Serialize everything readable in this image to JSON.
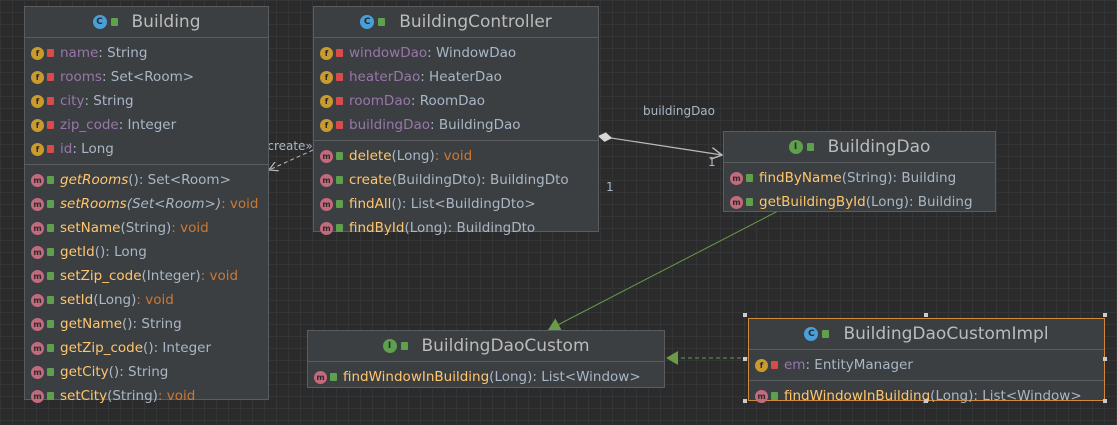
{
  "classes": {
    "building": {
      "name": "Building",
      "kind": "C",
      "fields": [
        {
          "name": "name",
          "type": ": String"
        },
        {
          "name": "rooms",
          "type": ": Set<Room>"
        },
        {
          "name": "city",
          "type": ": String"
        },
        {
          "name": "zip_code",
          "type": ": Integer"
        },
        {
          "name": "id",
          "type": ": Long"
        }
      ],
      "methods": [
        {
          "name": "getRooms",
          "params": "()",
          "ret": ": Set<Room>"
        },
        {
          "name": "setRooms",
          "params": "(Set<Room>)",
          "ret": ": void"
        },
        {
          "name": "setName",
          "params": "(String)",
          "ret": ": void"
        },
        {
          "name": "getId",
          "params": "()",
          "ret": ": Long"
        },
        {
          "name": "setZip_code",
          "params": "(Integer)",
          "ret": ": void"
        },
        {
          "name": "setId",
          "params": "(Long)",
          "ret": ": void"
        },
        {
          "name": "getName",
          "params": "()",
          "ret": ": String"
        },
        {
          "name": "getZip_code",
          "params": "()",
          "ret": ": Integer"
        },
        {
          "name": "getCity",
          "params": "()",
          "ret": ": String"
        },
        {
          "name": "setCity",
          "params": "(String)",
          "ret": ": void"
        }
      ]
    },
    "controller": {
      "name": "BuildingController",
      "kind": "C",
      "fields": [
        {
          "name": "windowDao",
          "type": ": WindowDao"
        },
        {
          "name": "heaterDao",
          "type": ": HeaterDao"
        },
        {
          "name": "roomDao",
          "type": ": RoomDao"
        },
        {
          "name": "buildingDao",
          "type": ": BuildingDao"
        }
      ],
      "methods": [
        {
          "name": "delete",
          "params": "(Long)",
          "ret": ": void"
        },
        {
          "name": "create",
          "params": "(BuildingDto)",
          "ret": ": BuildingDto"
        },
        {
          "name": "findAll",
          "params": "()",
          "ret": ": List<BuildingDto>"
        },
        {
          "name": "findById",
          "params": "(Long)",
          "ret": ": BuildingDto"
        }
      ]
    },
    "dao": {
      "name": "BuildingDao",
      "kind": "I",
      "methods": [
        {
          "name": "findByName",
          "params": "(String)",
          "ret": ": Building"
        },
        {
          "name": "getBuildingById",
          "params": "(Long)",
          "ret": ": Building"
        }
      ]
    },
    "daoCustom": {
      "name": "BuildingDaoCustom",
      "kind": "I",
      "methods": [
        {
          "name": "findWindowInBuilding",
          "params": "(Long)",
          "ret": ": List<Window>"
        }
      ]
    },
    "daoCustomImpl": {
      "name": "BuildingDaoCustomImpl",
      "kind": "C",
      "fields": [
        {
          "name": "em",
          "type": ": EntityManager"
        }
      ],
      "methods": [
        {
          "name": "findWindowInBuilding",
          "params": "(Long)",
          "ret": ": List<Window>"
        }
      ]
    }
  },
  "labels": {
    "create": "«create»",
    "buildingDao": "buildingDao",
    "mult_target": "1",
    "mult_source": "1"
  },
  "colors": {
    "field_name": "#9876aa",
    "method_name": "#ffc66d",
    "void": "#cc7832",
    "realization": "#6a9a4a",
    "selection": "#d0883a"
  }
}
